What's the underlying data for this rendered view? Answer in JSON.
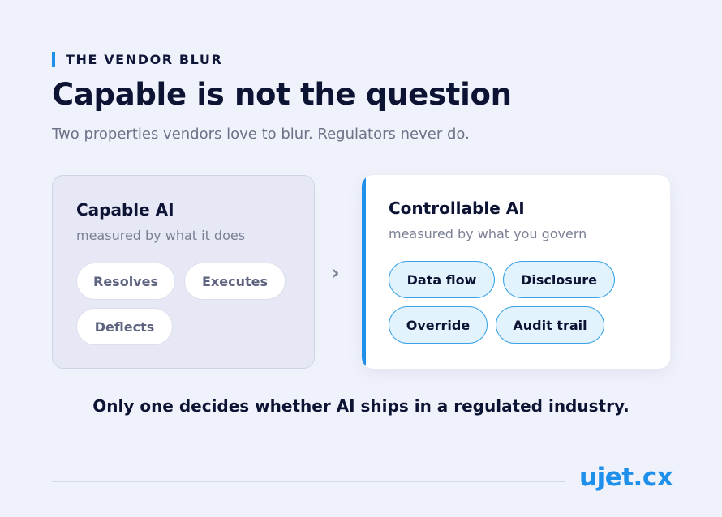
{
  "eyebrow": "THE VENDOR BLUR",
  "title": "Capable is not the question",
  "subtitle": "Two properties vendors love to blur. Regulators never do.",
  "left_card": {
    "title": "Capable AI",
    "subtitle": "measured by what it does",
    "chips": [
      "Resolves",
      "Executes",
      "Deflects"
    ]
  },
  "arrow": "›",
  "right_card": {
    "title": "Controllable AI",
    "subtitle": "measured by what you govern",
    "chips": [
      "Data flow",
      "Disclosure",
      "Override",
      "Audit trail"
    ]
  },
  "footer": "Only one decides whether AI ships in a regulated industry.",
  "logo": "ujet.cx",
  "colors": {
    "accent": "#1e90ec",
    "background": "#f0f2fb",
    "heading": "#0d1333"
  }
}
